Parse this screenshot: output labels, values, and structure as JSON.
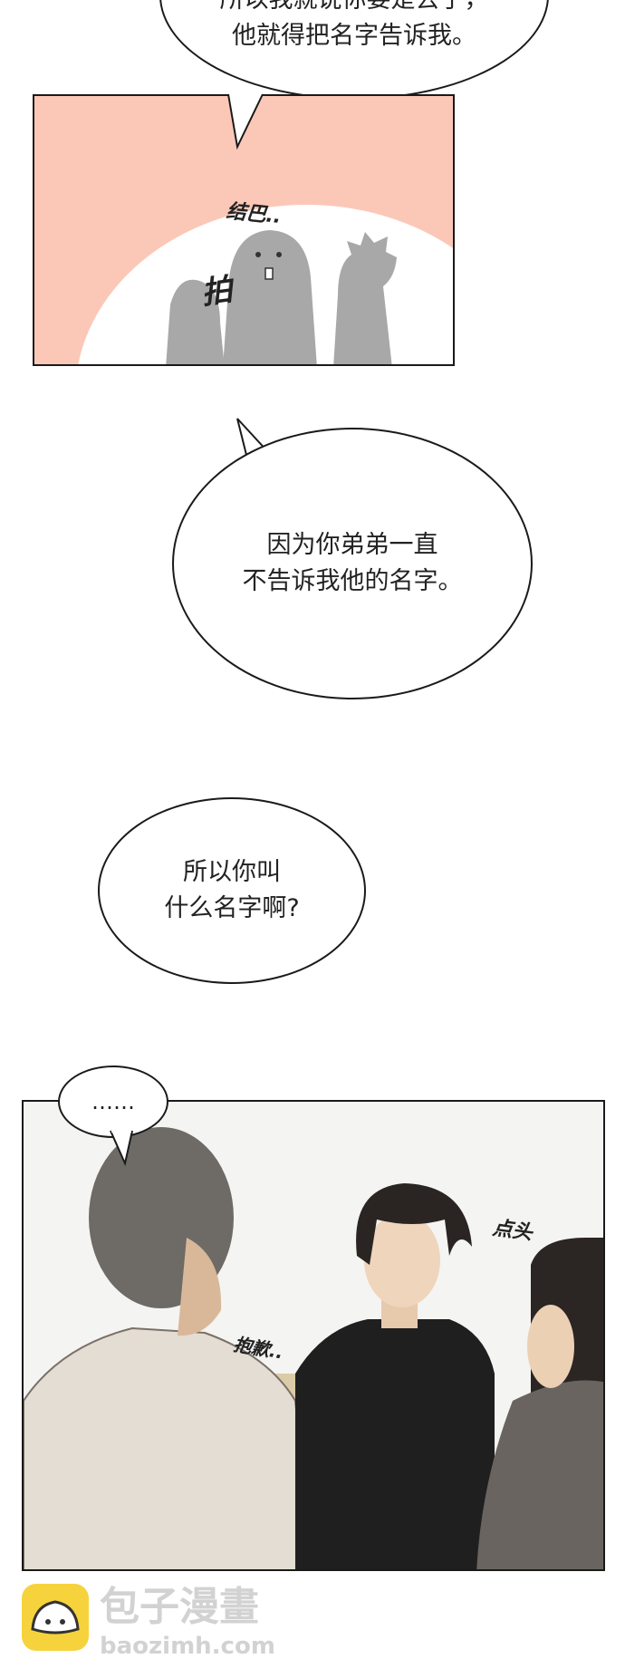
{
  "bubbles": {
    "top": {
      "line1": "所以我就说你要是去了，",
      "line2": "他就得把名字告诉我。"
    },
    "middle": {
      "line1": "因为你弟弟一直",
      "line2": "不告诉我他的名字。"
    },
    "left": {
      "line1": "所以你叫",
      "line2": "什么名字啊?"
    },
    "dots": {
      "text": "……"
    }
  },
  "sfx": {
    "stutter": "结巴..",
    "pat": "拍",
    "nod": "点头",
    "sorry": "抱歉.."
  },
  "watermark": {
    "brand": "包子漫畫",
    "url": "baozimh.com"
  },
  "colors": {
    "peach": "#fbc8b8",
    "silhouette": "#a8a8a8",
    "outline": "#1a1a1a",
    "logo_yellow": "#f6d33c"
  }
}
